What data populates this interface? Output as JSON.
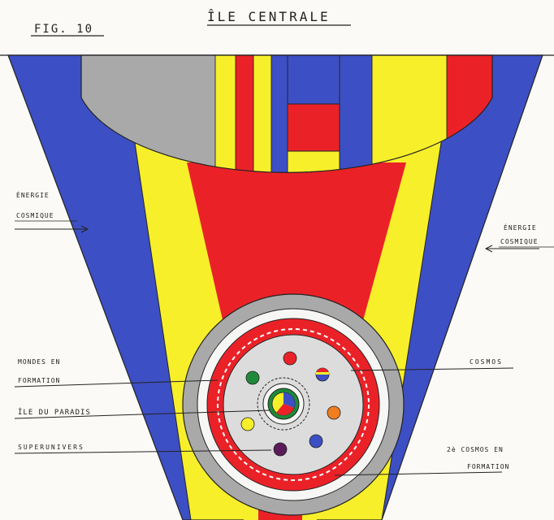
{
  "header": {
    "figure_label": "FIG. 10",
    "title": "ÎLE CENTRALE"
  },
  "labels": {
    "energie_left_1": "ÉNERGIE",
    "energie_left_2": "COSMIQUE",
    "energie_right_1": "ÉNERGIE",
    "energie_right_2": "COSMIQUE",
    "mondes_1": "MONDES   EN",
    "mondes_2": "FORMATION",
    "ile_paradis": "ÎLE  DU PARADIS",
    "superunivers": "SUPERUNIVERS",
    "cosmos": "COSMOS",
    "cosmos_formation_1": "2è COSMOS   EN",
    "cosmos_formation_2": "FORMATION"
  },
  "colors": {
    "blue": "#3d4fc4",
    "yellow": "#f7ef2a",
    "red": "#ea2228",
    "grey": "#a9a9a9",
    "light_grey": "#dcdcdc",
    "white": "#f6f6f4",
    "green": "#1e8a3a",
    "orange": "#f07d1e",
    "purple": "#5a1b5a"
  }
}
